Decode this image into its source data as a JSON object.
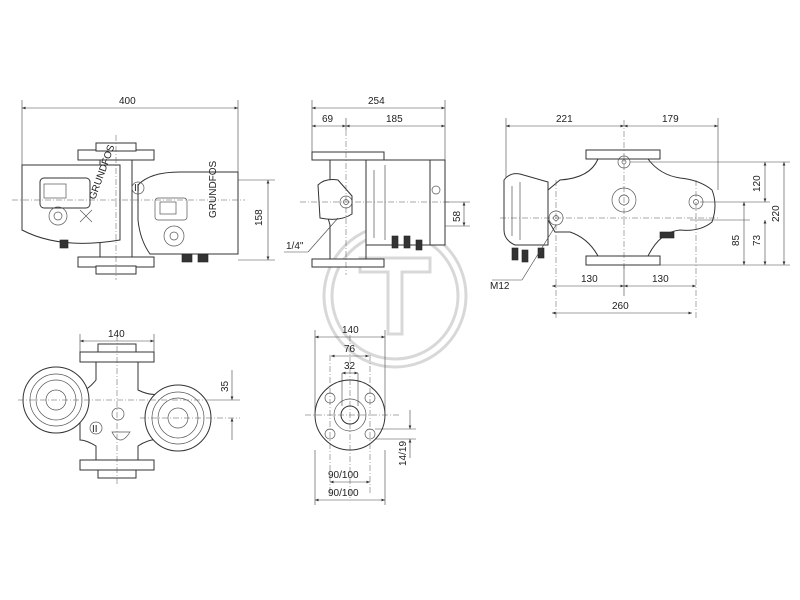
{
  "drawing": {
    "views": {
      "front": {
        "dims": {
          "width": "400",
          "height": "158"
        }
      },
      "side": {
        "dims": {
          "overall": "254",
          "left": "69",
          "right": "185",
          "height": "58",
          "thread": "1/4\""
        }
      },
      "rear": {
        "dims": {
          "left": "221",
          "right": "179",
          "h1": "120",
          "h2": "220",
          "h3": "85",
          "h4": "73",
          "bolt": "M12",
          "b1": "130",
          "b2": "130",
          "base": "260"
        }
      },
      "top": {
        "dims": {
          "width": "140",
          "height": "35"
        }
      },
      "flange": {
        "dims": {
          "d140": "140",
          "d76": "76",
          "d32": "32",
          "hole": "14/19",
          "pcd1": "90/100",
          "pcd2": "90/100"
        }
      }
    }
  }
}
